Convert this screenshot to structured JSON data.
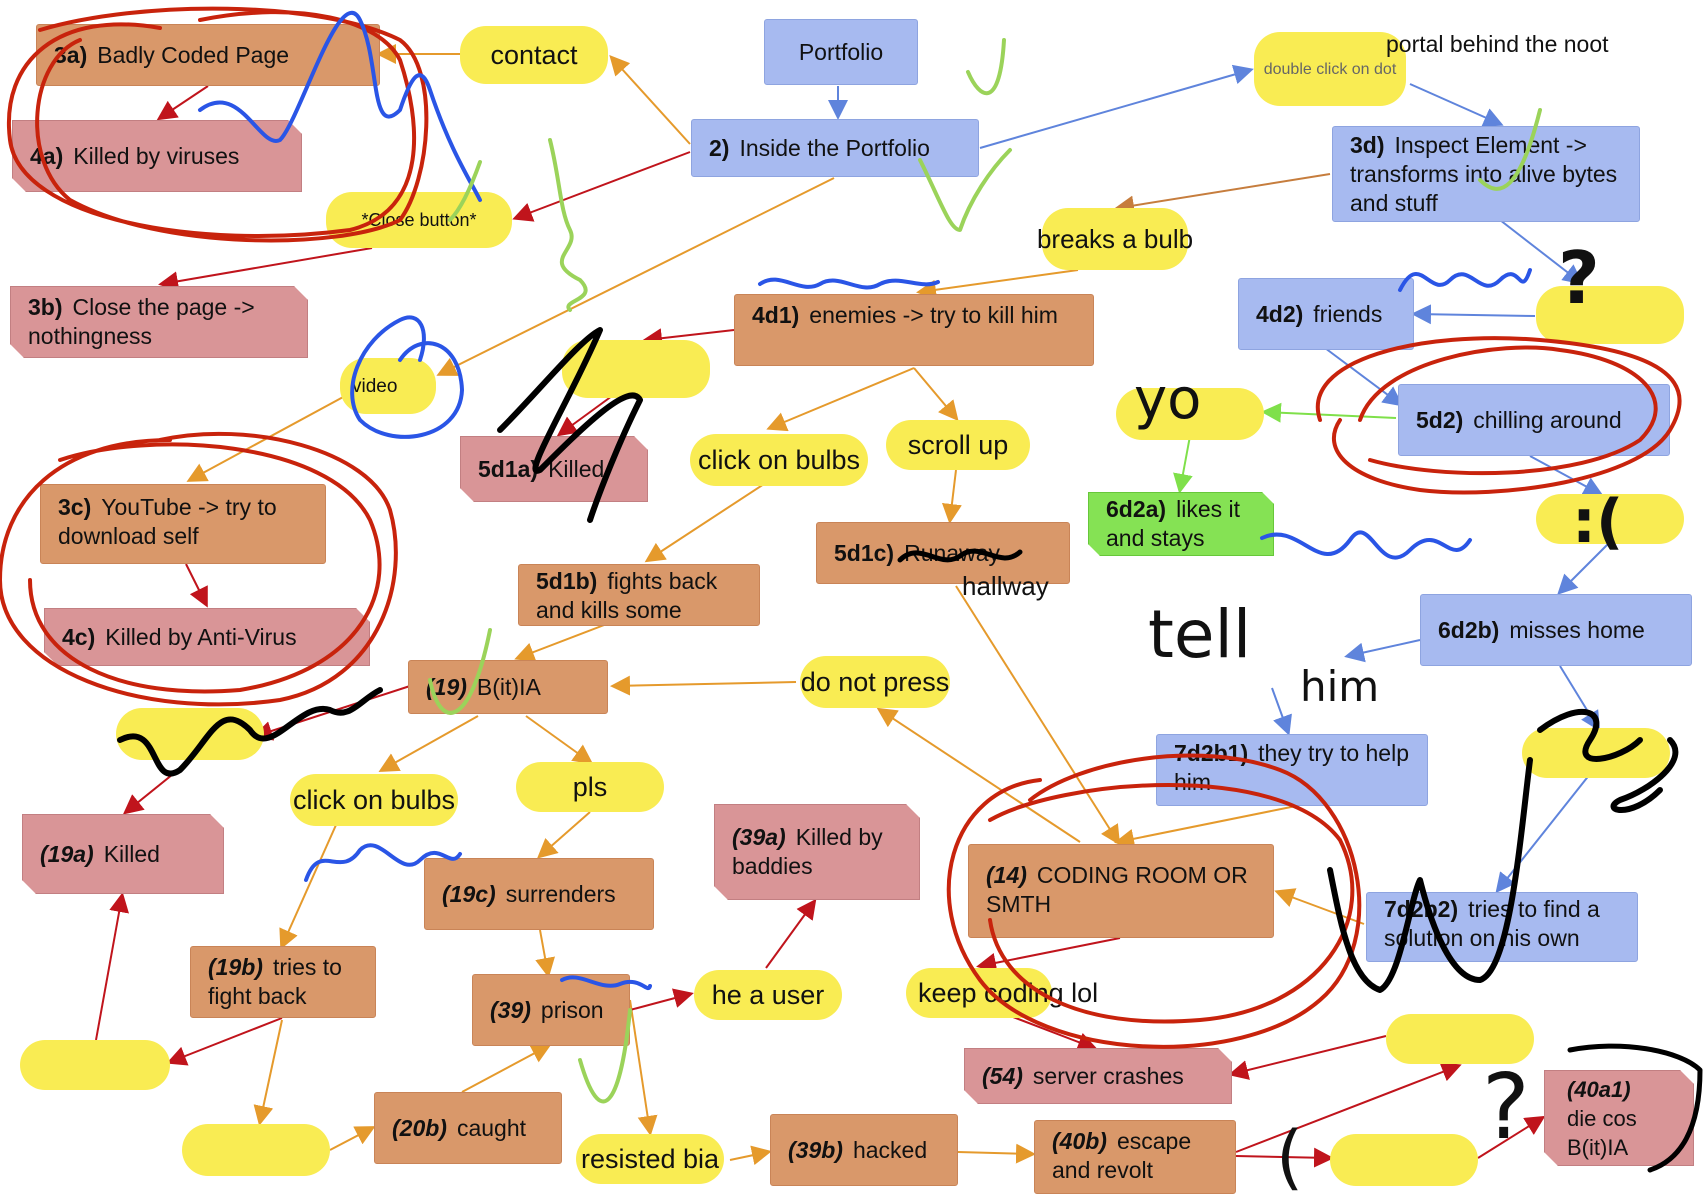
{
  "colors": {
    "yellow": "#f9ec53",
    "orange": "#d9986a",
    "pink": "#d99597",
    "blue": "#a7baf0",
    "green": "#85e254",
    "arrow_orange": "#e59a2c",
    "arrow_red": "#c0141c",
    "arrow_blue": "#5f84dc",
    "arrow_green": "#7fe04a",
    "scribble_red": "#c8230c",
    "scribble_blue": "#2a55e6",
    "scribble_green": "#9bd35a",
    "scribble_black": "#000000"
  },
  "nodes": {
    "portfolio": {
      "text": "Portfolio"
    },
    "inside_portfolio": {
      "code": "2)",
      "text": "Inside the Portfolio"
    },
    "contact": {
      "text": "contact"
    },
    "badly_coded": {
      "code": "3a)",
      "text": "Badly Coded Page"
    },
    "killed_viruses": {
      "code": "4a)",
      "text": "Killed by viruses"
    },
    "close_button": {
      "text": "*Close button*"
    },
    "close_page": {
      "code": "3b)",
      "text": "Close the page -> nothingness"
    },
    "video": {
      "text": "video"
    },
    "youtube": {
      "code": "3c)",
      "text": "YouTube -> try to download self"
    },
    "killed_antivirus": {
      "code": "4c)",
      "text": "Killed by Anti-Virus"
    },
    "portal_bubble": {
      "text": "double click on dot"
    },
    "portal_text": {
      "text": "portal behind the noot"
    },
    "inspect_element": {
      "code": "3d)",
      "text": "Inspect Element -> transforms into alive bytes and stuff"
    },
    "breaks_bulb": {
      "text": "breaks a bulb"
    },
    "enemies": {
      "code": "4d1)",
      "text": "enemies -> try to kill him"
    },
    "friends": {
      "code": "4d2)",
      "text": "friends"
    },
    "chilling": {
      "code": "5d2)",
      "text": "chilling around"
    },
    "likes_it": {
      "code": "6d2a)",
      "text": "likes it and stays"
    },
    "misses_home": {
      "code": "6d2b)",
      "text": "misses home"
    },
    "killed_5d1a": {
      "code": "5d1a)",
      "text": "Killed"
    },
    "click_bulbs_1": {
      "text": "click on bulbs"
    },
    "scroll_up": {
      "text": "scroll up"
    },
    "fights_back": {
      "code": "5d1b)",
      "text": "fights back and kills some"
    },
    "runaway": {
      "code": "5d1c)",
      "text": "Runaway"
    },
    "hallway": {
      "text": "hallway"
    },
    "bitia": {
      "code": "(19)",
      "text": "B(it)IA"
    },
    "do_not_press": {
      "text": "do not press"
    },
    "killed_19a": {
      "code": "(19a)",
      "text": "Killed"
    },
    "click_bulbs_2": {
      "text": "click on bulbs"
    },
    "pls": {
      "text": "pls"
    },
    "surrenders": {
      "code": "(19c)",
      "text": "surrenders"
    },
    "killed_baddies": {
      "code": "(39a)",
      "text": "Killed by baddies"
    },
    "tries_fight": {
      "code": "(19b)",
      "text": "tries to fight back"
    },
    "prison": {
      "code": "(39)",
      "text": "prison"
    },
    "he_a_user": {
      "text": "he a user"
    },
    "caught": {
      "code": "(20b)",
      "text": "caught"
    },
    "resisted": {
      "text": "resisted bia"
    },
    "hacked": {
      "code": "(39b)",
      "text": "hacked"
    },
    "escape": {
      "code": "(40b)",
      "text": "escape and revolt"
    },
    "die_cos": {
      "code": "(40a1)",
      "text": "die cos B(it)IA"
    },
    "coding_room": {
      "code": "(14)",
      "text": "CODING ROOM OR SMTH"
    },
    "keep_coding": {
      "text": "keep coding lol"
    },
    "server_crashes": {
      "code": "(54)",
      "text": "server crashes"
    },
    "they_try": {
      "code": "7d2b1)",
      "text": "they try to help him"
    },
    "tries_find": {
      "code": "7d2b2)",
      "text": "tries to find a solution on his own"
    },
    "empty": {
      "text": ""
    }
  },
  "handwriting": {
    "yo": "yo",
    "tell": "tell",
    "him": "him",
    "q1": "?",
    "q2": "?",
    "sad": ":(",
    "paren": "("
  }
}
